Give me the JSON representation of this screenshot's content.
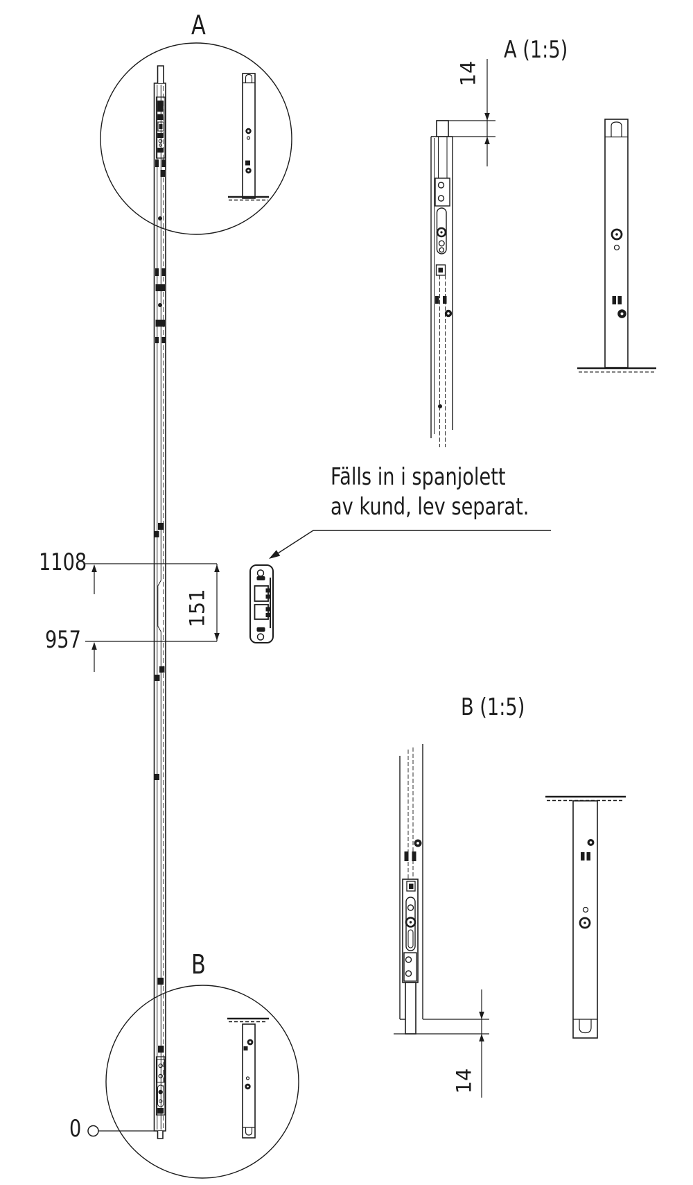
{
  "page": {
    "background": "#ffffff",
    "line_color": "#1c1c1c"
  },
  "labels": {
    "detail_a_marker": "A",
    "detail_b_marker": "B",
    "detail_a_title": "A (1:5)",
    "detail_b_title": "B (1:5)"
  },
  "note": {
    "line1": "Fälls in i spanjolett",
    "line2": "av kund, lev separat."
  },
  "dimensions": {
    "pin_protrusion_top": "14",
    "pin_protrusion_bottom": "14",
    "height_upper": "1108",
    "height_lower": "957",
    "span": "151",
    "datum": "0"
  }
}
